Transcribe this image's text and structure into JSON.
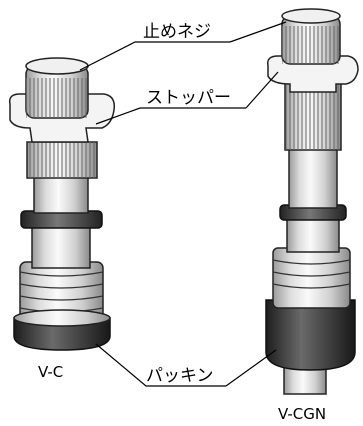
{
  "labels": {
    "stop_nut": "止めネジ",
    "stopper": "ストッパー",
    "packing": "パッキン"
  },
  "models": {
    "left": "V-C",
    "right": "V-CGN"
  }
}
